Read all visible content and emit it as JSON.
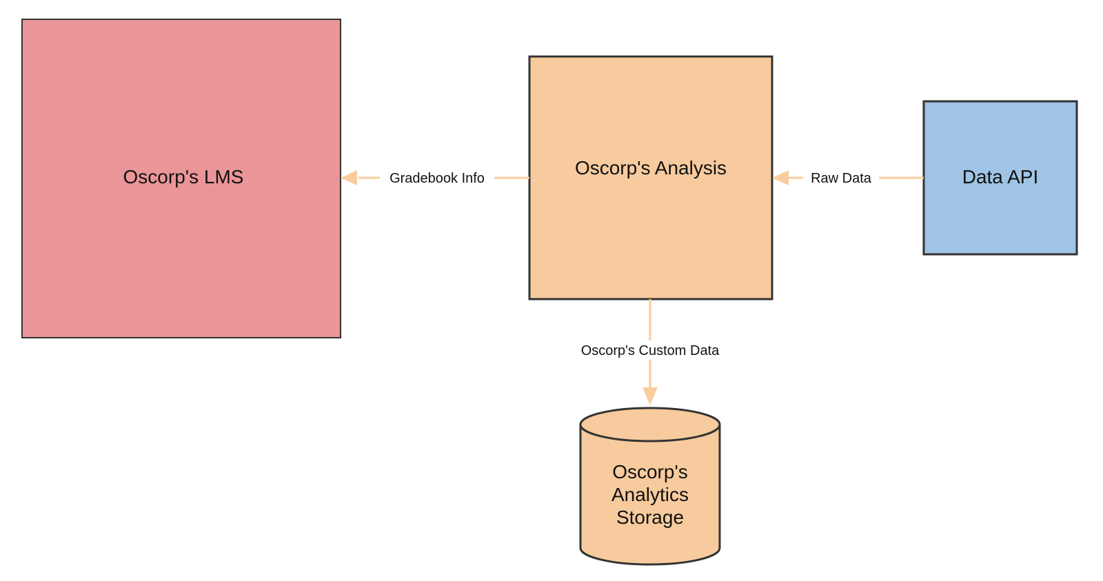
{
  "colors": {
    "lms_fill": "#ea9698",
    "analysis_fill": "#f7cb9e",
    "api_fill": "#a0c4e6",
    "storage_fill": "#f7cb9e",
    "stroke": "#333333",
    "arrow": "#f8cc9f"
  },
  "nodes": {
    "lms": {
      "label": "Oscorp's LMS"
    },
    "analysis": {
      "label": "Oscorp's Analysis"
    },
    "api": {
      "label": "Data API"
    },
    "storage": {
      "label_lines": [
        "Oscorp's",
        "Analytics",
        "Storage"
      ]
    }
  },
  "edges": {
    "analysis_to_lms": {
      "label": "Gradebook Info"
    },
    "api_to_analysis": {
      "label": "Raw Data"
    },
    "analysis_to_storage": {
      "label": "Oscorp's Custom Data"
    }
  }
}
